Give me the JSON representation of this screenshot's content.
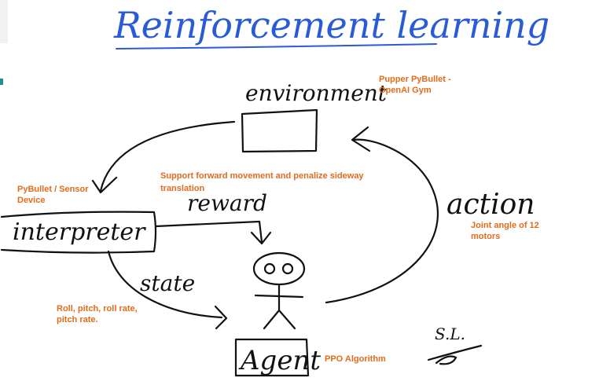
{
  "title": "Reinforcement learning",
  "nodes": {
    "environment": "environment",
    "interpreter": "interpreter",
    "agent": "Agent"
  },
  "edges": {
    "reward": "reward",
    "state": "state",
    "action": "action"
  },
  "notes": {
    "env_line1": "Pupper PyBullet -",
    "env_line2": "OpenAI Gym",
    "interp_line1": "PyBullet / Sensor",
    "interp_line2": "Device",
    "reward_line1": "Support forward movement and penalize sideway",
    "reward_line2": "translation",
    "action_line1": "Joint angle of 12",
    "action_line2": "motors",
    "state_line1": "Roll, pitch, roll rate,",
    "state_line2": "pitch rate.",
    "agent_note": "PPO Algorithm"
  },
  "signature": "S.L.",
  "colors": {
    "title": "#2a5bd7",
    "notes": "#e36b1a",
    "ink": "#111111"
  }
}
